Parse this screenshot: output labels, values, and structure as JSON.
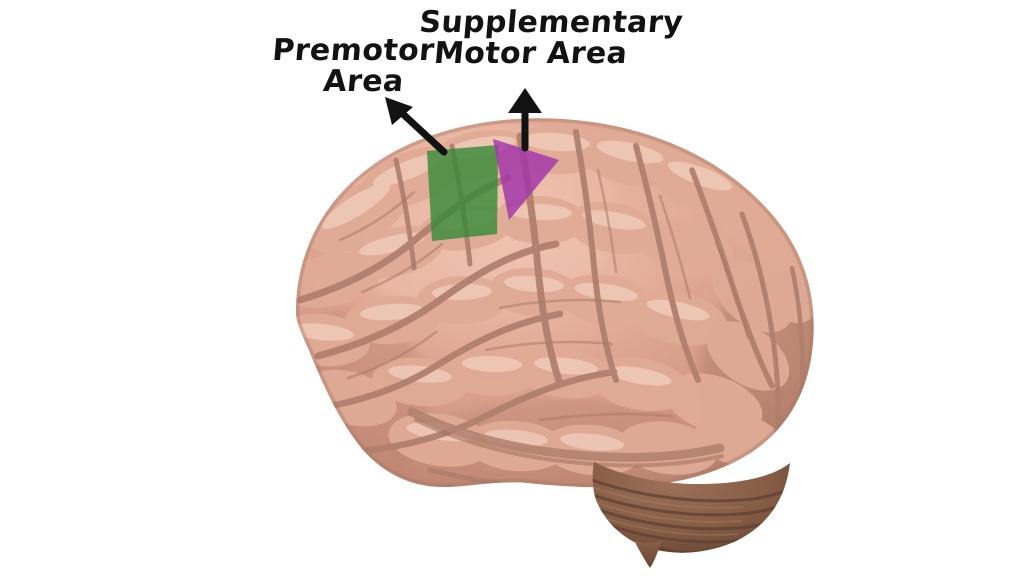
{
  "figure": {
    "title": "Lateral view of human brain with motor cortex regions highlighted",
    "background_color": "#ffffff",
    "subject": "human-brain-lateral-left"
  },
  "annotations": [
    {
      "id": "premotor",
      "line1": "Premotor",
      "line2": "Area",
      "region_shape": "rectangle",
      "region_color": "#3e8f3e",
      "arrow": "arrow-up-left",
      "text_color": "#121212"
    },
    {
      "id": "supplementary_motor",
      "line1": "Supplementary",
      "line2": "Motor Area",
      "region_shape": "triangle",
      "region_color": "#a83ab0",
      "arrow": "arrow-up",
      "text_color": "#121212"
    }
  ],
  "regions": {
    "premotor": {
      "label": "Premotor Area",
      "color": "#3e8f3e",
      "opacity": 0.82
    },
    "supplementary_motor": {
      "label": "Supplementary Motor Area",
      "color": "#a83ab0",
      "opacity": 0.82
    }
  },
  "anatomy": {
    "cortex_color": "#d79f8a",
    "cortex_shadow_color": "#b87f6c",
    "cortex_highlight_color": "#edc3b0",
    "sulcus_color": "#b07f6d",
    "cerebellum_color": "#8a6048",
    "cerebellum_shadow_color": "#6d4936",
    "brainstem_color": "#7d5540",
    "parts": [
      "frontal-lobe",
      "parietal-lobe",
      "occipital-lobe",
      "temporal-lobe",
      "cerebellum",
      "brainstem"
    ]
  }
}
